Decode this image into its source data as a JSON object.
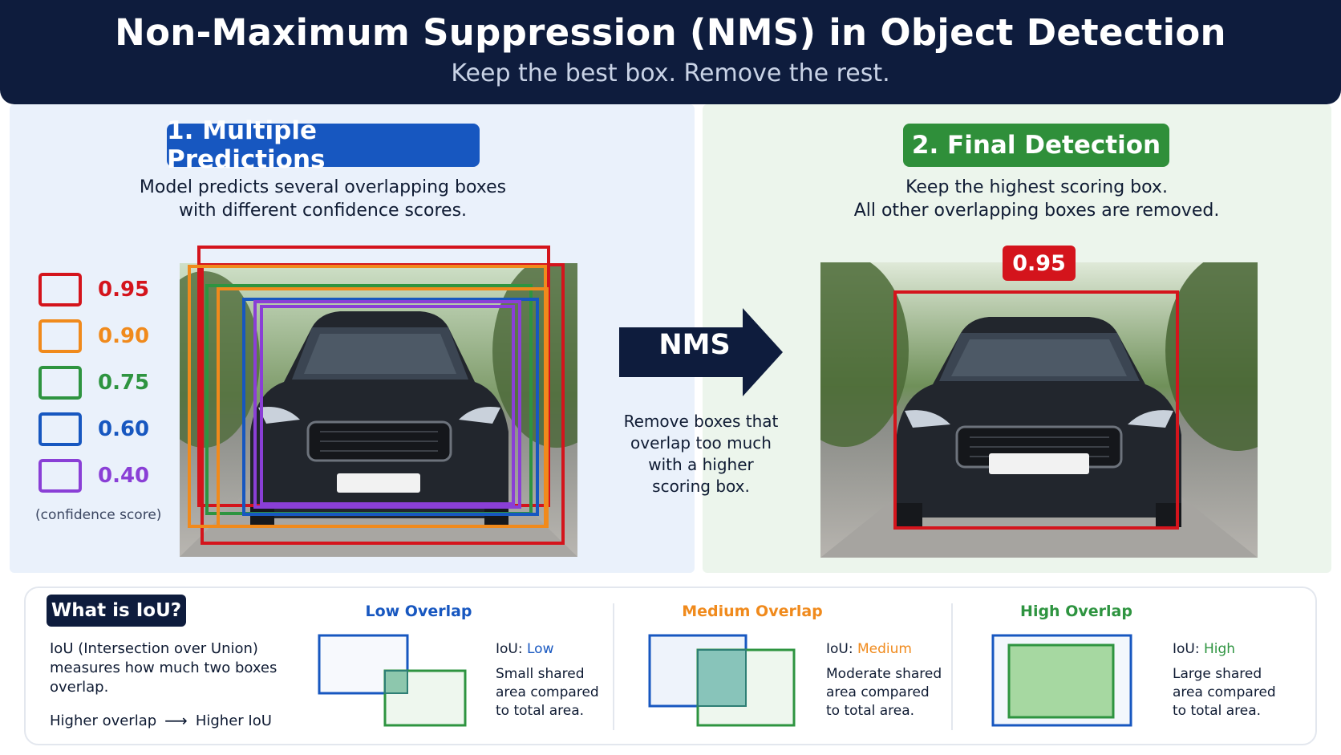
{
  "header": {
    "title": "Non-Maximum Suppression (NMS) in Object Detection",
    "subtitle": "Keep the best box. Remove the rest."
  },
  "step1": {
    "label": "1. Multiple Predictions",
    "desc_line1": "Model predicts several overlapping boxes",
    "desc_line2": "with different confidence scores."
  },
  "legend": {
    "items": [
      {
        "score": "0.95",
        "color": "#d4141c"
      },
      {
        "score": "0.90",
        "color": "#f08a1c"
      },
      {
        "score": "0.75",
        "color": "#2e9440"
      },
      {
        "score": "0.60",
        "color": "#1757c0"
      },
      {
        "score": "0.40",
        "color": "#8a3fd6"
      }
    ],
    "note": "(confidence score)"
  },
  "nms": {
    "label": "NMS",
    "desc_lines": [
      "Remove boxes that",
      "overlap too much",
      "with a higher",
      "scoring box."
    ]
  },
  "step2": {
    "label": "2. Final Detection",
    "desc_line1": "Keep the highest scoring box.",
    "desc_line2": "All other overlapping boxes are removed.",
    "score": "0.95"
  },
  "iou": {
    "title": "What is IoU?",
    "desc_line1": "IoU (Intersection over Union)",
    "desc_line2": "measures how much two boxes",
    "desc_line3": "overlap.",
    "trend_left": "Higher overlap",
    "trend_right": "Higher IoU",
    "prefix": "IoU:",
    "levels": [
      {
        "heading": "Low Overlap",
        "value": "Low",
        "color": "#1757c0",
        "text_lines": [
          "Small shared",
          "area compared",
          "to total area."
        ],
        "overlap": "low"
      },
      {
        "heading": "Medium Overlap",
        "value": "Medium",
        "color": "#f08a1c",
        "text_lines": [
          "Moderate shared",
          "area compared",
          "to total area."
        ],
        "overlap": "medium"
      },
      {
        "heading": "High Overlap",
        "value": "High",
        "color": "#2e9440",
        "text_lines": [
          "Large shared",
          "area compared",
          "to total area."
        ],
        "overlap": "high"
      }
    ]
  },
  "colors": {
    "navy": "#0e1c3d",
    "blue": "#1757c0",
    "green": "#2f8f3a",
    "red": "#d4141c"
  }
}
